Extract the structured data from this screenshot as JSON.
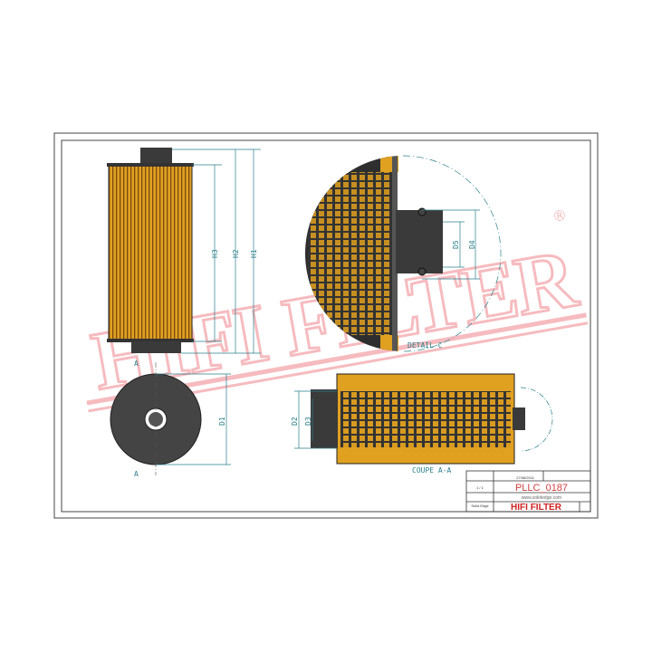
{
  "drawing": {
    "dimensions": [
      "H1",
      "H2",
      "H3",
      "D1",
      "D2",
      "D3",
      "D4",
      "D5"
    ],
    "section_marker": "A",
    "section_label": "COUPE A-A",
    "detail_label": "DETAIL C"
  },
  "title_block": {
    "part_number": "PLLC_0187",
    "website": "www.solidedge.com",
    "brand": "HIFI FILTER",
    "date": "27/08/2011",
    "scale": "1 / 1",
    "software": "Solid Edge"
  },
  "watermark": {
    "text": "HIFI FILTER",
    "registered": "®"
  },
  "colors": {
    "filter_media": "#e0a020",
    "body": "#3a3a3a",
    "dimension": "#2a7f8a",
    "watermark": "#e8404a",
    "brand": "#d02020"
  }
}
